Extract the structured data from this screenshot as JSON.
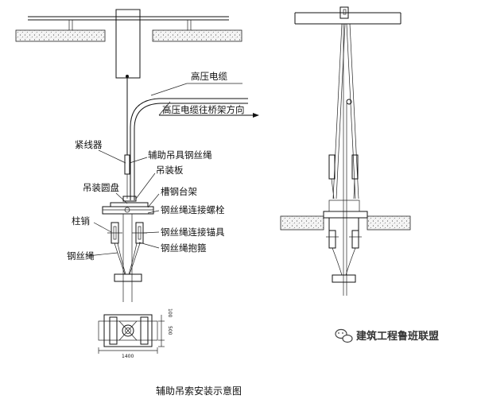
{
  "left_labels": {
    "hv_cable": "高压电缆",
    "hv_cable_direction": "高压电缆往桥架方向",
    "tensioner": "紧线器",
    "aux_rope": "辅助吊具钢丝绳",
    "lifting_plate": "吊装板",
    "lifting_disc": "吊装圆盘",
    "channel_frame": "槽钢台架",
    "bolt": "钢丝绳连接螺栓",
    "pin": "柱销",
    "anchor": "钢丝绳连接锚具",
    "wire_rope": "钢丝绳",
    "clamp": "钢丝绳抱箍"
  },
  "plan_dims": {
    "width": "1400",
    "h1": "100",
    "h2": "500"
  },
  "watermark": "建筑工程鲁班联盟",
  "caption": "辅助吊索安装示意图"
}
